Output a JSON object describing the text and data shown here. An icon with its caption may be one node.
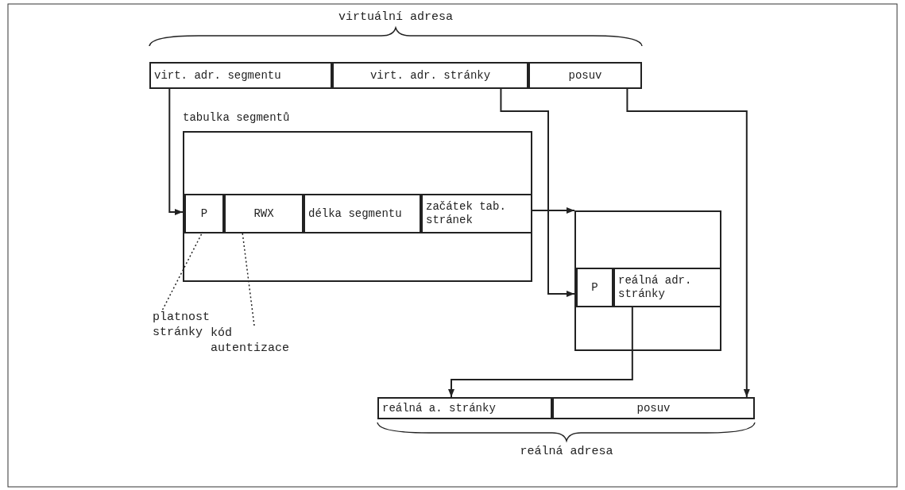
{
  "diagram": {
    "nodes": [
      {
        "text": [
          "virt. adr. segmentu"
        ]
      },
      {
        "text": [
          "virt. adr. stránky"
        ]
      },
      {
        "text": [
          "posuv"
        ]
      },
      {
        "text": [
          "tabulka segmentů"
        ]
      },
      {
        "text": [
          "P"
        ],
        "in": 3
      },
      {
        "text": [
          "RWX"
        ],
        "in": 3
      },
      {
        "text": [
          "délka segmentu"
        ],
        "in": 3
      },
      {
        "text": [
          "začátek tab. stránek"
        ],
        "in": 3
      },
      {
        "text": [],
        "shape": "box"
      },
      {
        "text": [
          "P"
        ],
        "in": 8
      },
      {
        "text": [
          "reálná adr. stránky"
        ],
        "in": 8
      },
      {
        "text": [
          "reálná a. stránky"
        ]
      },
      {
        "text": [
          "posuv"
        ]
      },
      {
        "text": [
          "platnost stránky"
        ]
      },
      {
        "text": [
          "kód autentizace"
        ]
      }
    ],
    "edges": [
      {
        "from": 0,
        "to": 4,
        "arrow": "to"
      },
      {
        "from": 7,
        "to": 8,
        "arrow": "to"
      },
      {
        "from": 1,
        "to": 9,
        "arrow": "to"
      },
      {
        "from": 2,
        "to": 12,
        "arrow": "to"
      },
      {
        "from": 10,
        "to": 11,
        "arrow": "to"
      },
      {
        "from": 13,
        "to": 4,
        "arrow": "none",
        "style": "dashed"
      },
      {
        "from": 14,
        "to": 5,
        "arrow": "none",
        "style": "dashed"
      }
    ],
    "labels": [
      "virtuální adresa",
      "reálná adresa"
    ]
  }
}
